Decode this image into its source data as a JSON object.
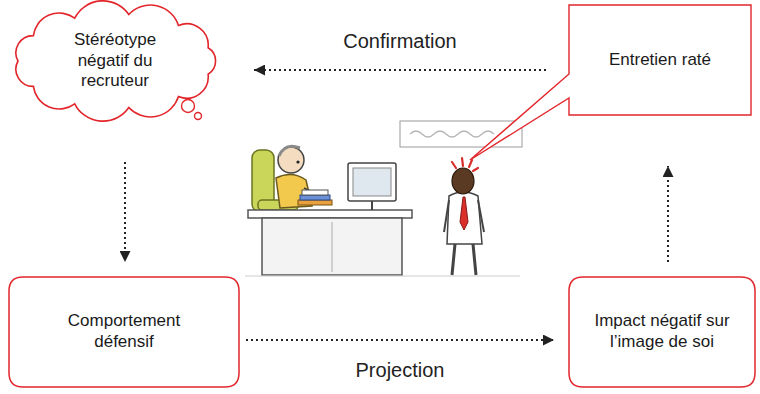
{
  "diagram": {
    "nodes": [
      {
        "text": [
          "Stéréotype négatif du recruteur"
        ]
      },
      {
        "text": [
          "Entretien raté"
        ]
      },
      {
        "text": [
          "Comportement défensif"
        ]
      },
      {
        "text": [
          "Impact négatif sur l’image de soi"
        ]
      }
    ],
    "edges": [
      {
        "from": 1,
        "to": 0,
        "arrow": "to",
        "label": "Confirmation"
      },
      {
        "from": 0,
        "to": 2,
        "arrow": "to"
      },
      {
        "from": 2,
        "to": 3,
        "arrow": "to",
        "label": "Projection"
      },
      {
        "from": 3,
        "to": 1,
        "arrow": "to"
      }
    ]
  }
}
